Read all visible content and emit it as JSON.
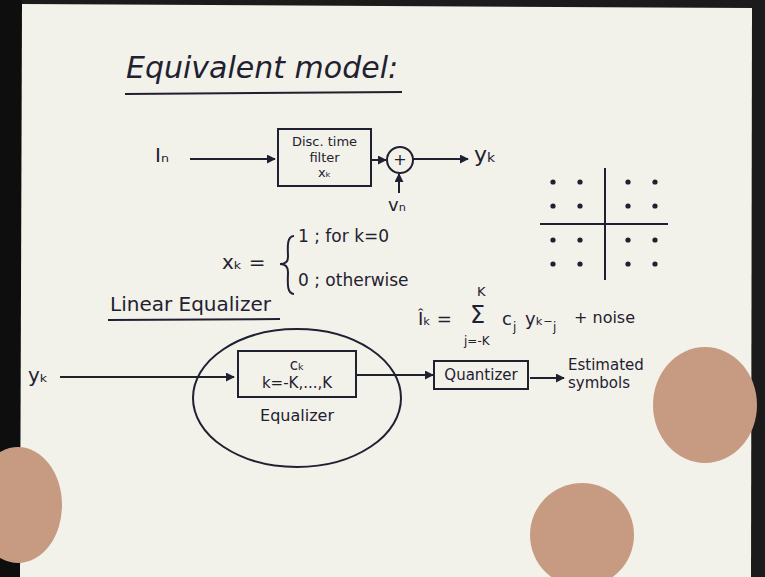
{
  "diagram": {
    "title": "Equivalent model:",
    "nodes": [
      {
        "text": [
          "Disc. time filter",
          "xₖ"
        ]
      },
      {
        "text": [
          "+"
        ]
      },
      {
        "text": [
          "Equalizer"
        ]
      },
      {
        "text": [
          "cₖ",
          "k=-K,...,K"
        ],
        "in": 2
      },
      {
        "text": [
          "Quantizer"
        ]
      }
    ],
    "edges": [
      {
        "from": 0,
        "to": 1,
        "arrow": "to"
      },
      {
        "from": 3,
        "to": 4,
        "arrow": "to"
      }
    ],
    "labels": [
      "Iₙ",
      "vₙ",
      "yₖ",
      "xₖ =",
      "1 ; for k=0",
      "0 ; otherwise",
      "Linear Equalizer",
      "Îₖ =",
      "K",
      "Σ",
      "j=-K",
      "c",
      "j",
      "yₖ₋",
      "j",
      "+ noise",
      "yₖ",
      "Estimated symbols"
    ]
  }
}
